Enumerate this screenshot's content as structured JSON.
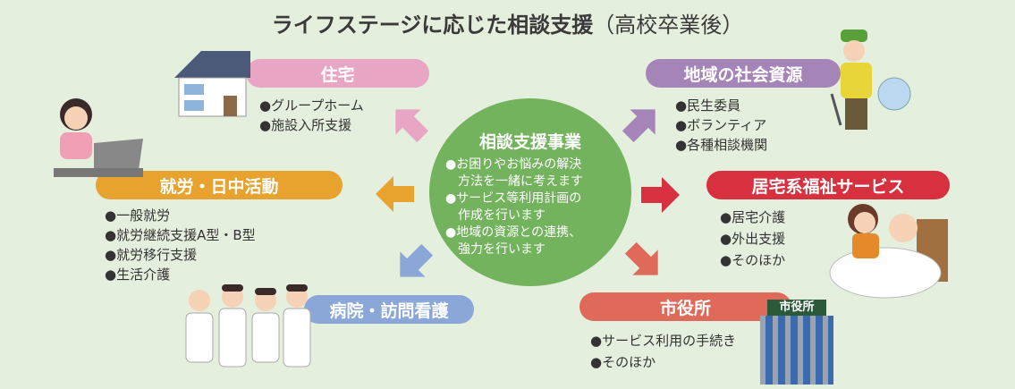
{
  "title": {
    "main": "ライフステージに応じた相談支援",
    "sub": "（高校卒業後）"
  },
  "center": {
    "title": "相談支援事業",
    "items": [
      "●お困りやお悩みの解決",
      "　方法を一緒に考えます",
      "●サービス等利用計画の",
      "　作成を行います",
      "●地域の資源との連携、",
      "　強力を行います"
    ]
  },
  "housing": {
    "label": "住宅",
    "items": [
      "グループホーム",
      "施設入所支援"
    ],
    "color": "#e8a6c4"
  },
  "community": {
    "label": "地域の社会資源",
    "items": [
      "民生委員",
      "ボランティア",
      "各種相談機関"
    ],
    "color": "#a585b8"
  },
  "work": {
    "label": "就労・日中活動",
    "items": [
      "一般就労",
      "就労継続支援A型・B型",
      "就労移行支援",
      "生活介護"
    ],
    "color": "#e8a22e"
  },
  "homecare": {
    "label": "居宅系福祉サービス",
    "items": [
      "居宅介護",
      "外出支援",
      "そのほか"
    ],
    "color": "#d7303f"
  },
  "hospital": {
    "label": "病院・訪問看護",
    "color": "#8aa7d8"
  },
  "cityhall": {
    "label": "市役所",
    "items": [
      "サービス利用の手続き",
      "そのほか"
    ],
    "color": "#df6a5a",
    "sign": "市役所"
  }
}
